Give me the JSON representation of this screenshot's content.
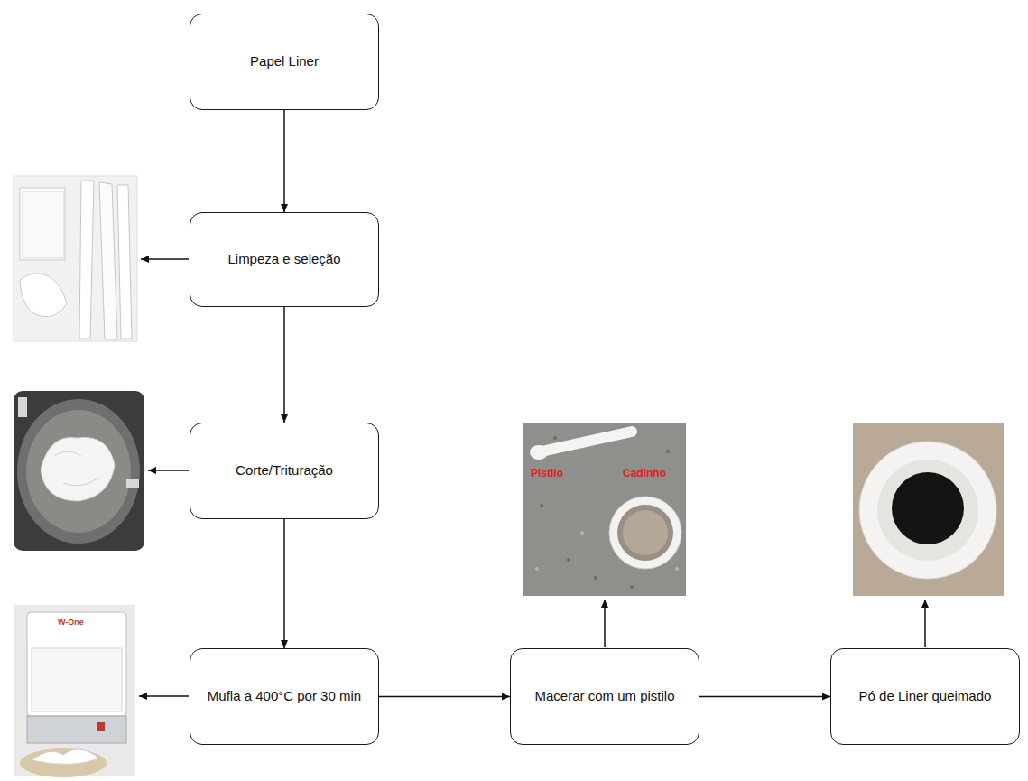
{
  "diagram": {
    "nodes": [
      {
        "text": [
          "Papel Liner"
        ]
      },
      {
        "text": [
          "Limpeza e seleção"
        ]
      },
      {
        "text": [
          "Corte/Trituração"
        ]
      },
      {
        "text": [
          "Mufla a 400°C por 30 min"
        ]
      },
      {
        "text": [
          "Macerar com um pistilo"
        ]
      },
      {
        "text": [
          "Pó de Liner queimado"
        ]
      }
    ],
    "edges": [
      {
        "from": 0,
        "to": 1,
        "arrow": "to"
      },
      {
        "from": 1,
        "to": 2,
        "arrow": "to"
      },
      {
        "from": 2,
        "to": 3,
        "arrow": "to"
      },
      {
        "from": 3,
        "to": 4,
        "arrow": "to"
      },
      {
        "from": 4,
        "to": 5,
        "arrow": "to"
      }
    ],
    "labels": [
      "Pistilo",
      "Cadinho",
      "W-One"
    ]
  }
}
